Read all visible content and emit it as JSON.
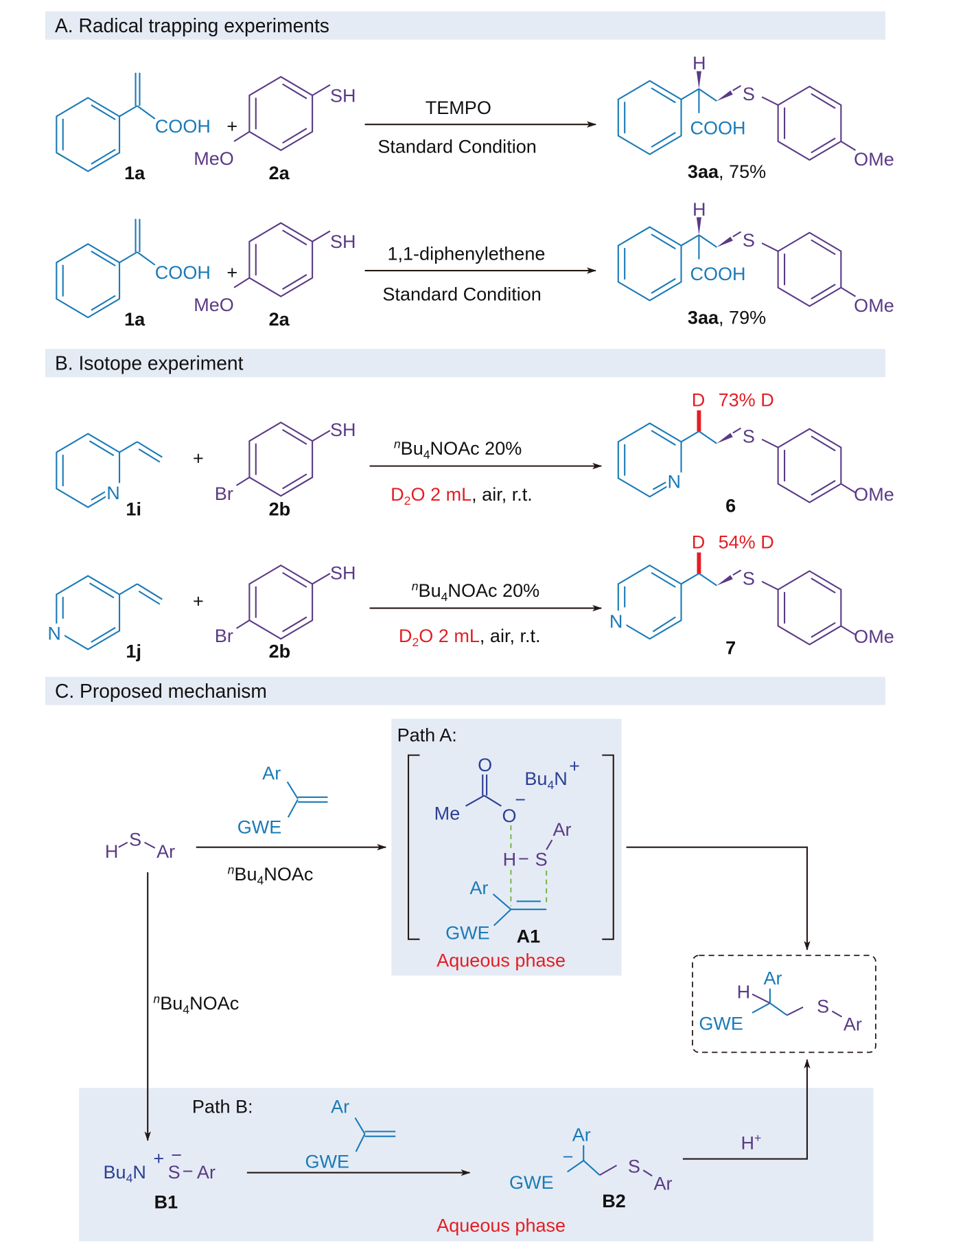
{
  "colors": {
    "header_band": "#e5ebf4",
    "substrate_blue": "#1a7ab8",
    "thiol_purple": "#5a3a86",
    "ammonium_navy": "#2b3f96",
    "deuterium_red": "#e31e24",
    "hbond_green": "#6db33f",
    "text": "#111111"
  },
  "sectionA": {
    "title": "A. Radical trapping experiments",
    "reactions": [
      {
        "reactant1": {
          "substituent": "COOH",
          "label": "1a"
        },
        "plus": "+",
        "reactant2": {
          "top": "SH",
          "bottom": "MeO",
          "label": "2a"
        },
        "above_arrow": "TEMPO",
        "below_arrow": "Standard Condition",
        "product": {
          "h": "H",
          "acid": "COOH",
          "s": "S",
          "ome": "OMe",
          "label": "3aa",
          "yield": ", 75%"
        }
      },
      {
        "reactant1": {
          "substituent": "COOH",
          "label": "1a"
        },
        "plus": "+",
        "reactant2": {
          "top": "SH",
          "bottom": "MeO",
          "label": "2a"
        },
        "above_arrow": "1,1-diphenylethene",
        "below_arrow": "Standard Condition",
        "product": {
          "h": "H",
          "acid": "COOH",
          "s": "S",
          "ome": "OMe",
          "label": "3aa",
          "yield": ", 79%"
        }
      }
    ]
  },
  "sectionB": {
    "title": "B. Isotope experiment",
    "reactions": [
      {
        "reactant1": {
          "n": "N",
          "label": "1i"
        },
        "plus": "+",
        "reactant2": {
          "top": "SH",
          "bottom": "Br",
          "label": "2b"
        },
        "above_arrow": {
          "prefix": "n",
          "main": "Bu",
          "sub": "4",
          "rest": "NOAc 20%"
        },
        "below_arrow": {
          "d": "D",
          "sub": "2",
          "red_rest": "O 2 mL",
          "black_rest": ", air, r.t."
        },
        "product": {
          "d": "D",
          "d_incorp": "73% D",
          "n": "N",
          "s": "S",
          "ome": "OMe",
          "label": "6"
        }
      },
      {
        "reactant1": {
          "n": "N",
          "label": "1j"
        },
        "plus": "+",
        "reactant2": {
          "top": "SH",
          "bottom": "Br",
          "label": "2b"
        },
        "above_arrow": {
          "prefix": "n",
          "main": "Bu",
          "sub": "4",
          "rest": "NOAc 20%"
        },
        "below_arrow": {
          "d": "D",
          "sub": "2",
          "red_rest": "O 2 mL",
          "black_rest": ", air, r.t."
        },
        "product": {
          "d": "D",
          "d_incorp": "54% D",
          "n": "N",
          "s": "S",
          "ome": "OMe",
          "label": "7"
        }
      }
    ]
  },
  "sectionC": {
    "title": "C. Proposed mechanism",
    "thiol": {
      "h": "H",
      "s": "S",
      "ar": "Ar"
    },
    "alkene": {
      "ar": "Ar",
      "gwe": "GWE"
    },
    "reagent": {
      "prefix": "n",
      "main": "Bu",
      "sub": "4",
      "rest": "NOAc"
    },
    "pathA": {
      "title": "Path A:",
      "o_top": "O",
      "me": "Me",
      "o_minus": "O",
      "minus": "−",
      "bu4n": {
        "main": "Bu",
        "sub": "4",
        "rest": "N",
        "charge": "+"
      },
      "ar_s": "Ar",
      "h": "H",
      "dash": "−",
      "s": "S",
      "ar_c": "Ar",
      "gwe": "GWE",
      "label": "A1",
      "phase": "Aqueous phase"
    },
    "product": {
      "h": "H",
      "ar": "Ar",
      "gwe": "GWE",
      "s": "S",
      "ar_s": "Ar"
    },
    "pathB": {
      "title": "Path B:",
      "b1": {
        "main": "Bu",
        "sub": "4",
        "rest": "N",
        "plus": "+",
        "minus": "−",
        "s": "S",
        "dash": "−",
        "ar": "Ar",
        "label": "B1"
      },
      "alkene": {
        "ar": "Ar",
        "gwe": "GWE"
      },
      "b2": {
        "minus": "−",
        "ar": "Ar",
        "gwe": "GWE",
        "s": "S",
        "ar_s": "Ar",
        "label": "B2"
      },
      "proton": {
        "main": "H",
        "sup": "+"
      },
      "phase": "Aqueous phase"
    }
  }
}
